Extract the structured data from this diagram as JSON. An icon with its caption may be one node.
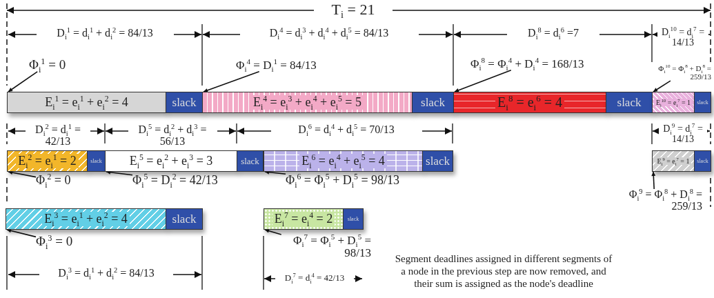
{
  "diagram": {
    "nodes": [
      {
        "text": [
          "E$_{i}$$^{1}$ = e$_{i}$$^{1}$ + e$_{i}$$^{2}$ = 4"
        ]
      },
      {
        "text": [
          "slack"
        ]
      },
      {
        "text": [
          "E$_{i}$$^{4}$ = e$_{i}$$^{3}$ + e$_{i}$$^{4}$ + e$_{i}$$^{5}$ = 5"
        ]
      },
      {
        "text": [
          "slack"
        ]
      },
      {
        "text": [
          "E$_{i}$$^{8}$ = e$_{i}$$^{6}$ = 4"
        ]
      },
      {
        "text": [
          "slack"
        ]
      },
      {
        "text": [
          "E$_{i}$$^{10}$ = e$_{i}$$^{7}$ = 1"
        ]
      },
      {
        "text": [
          "slack"
        ]
      },
      {
        "text": [
          "E$_{i}$$^{2}$ = e$_{i}$$^{1}$ = 2"
        ]
      },
      {
        "text": [
          "slack"
        ]
      },
      {
        "text": [
          "E$_{i}$$^{5}$ = e$_{i}$$^{2}$ + e$_{i}$$^{3}$ = 3"
        ]
      },
      {
        "text": [
          "slack"
        ]
      },
      {
        "text": [
          "E$_{i}$$^{6}$ = e$_{i}$$^{4}$ + e$_{i}$$^{5}$ = 4"
        ]
      },
      {
        "text": [
          "slack"
        ]
      },
      {
        "text": [
          "E$_{i}$$^{9}$ = e$_{i}$$^{7}$ = 1"
        ]
      },
      {
        "text": [
          "slack"
        ]
      },
      {
        "text": [
          "E$_{i}$$^{3}$ = e$_{i}$$^{1}$ + e$_{i}$$^{2}$ = 4"
        ]
      },
      {
        "text": [
          "slack"
        ]
      },
      {
        "text": [
          "E$_{i}$$^{7}$ = e$_{i}$$^{4}$ = 2"
        ]
      },
      {
        "text": [
          "slack"
        ]
      },
      {
        "text": [
          "Φ$_{i}$$^{1}$ = 0"
        ]
      },
      {
        "text": [
          "Φ$_{i}$$^{4}$ = D$_{i}$$^{1}$ = 84/13"
        ]
      },
      {
        "text": [
          "Φ$_{i}$$^{8}$ = Φ$_{i}$$^{4}$ + D$_{i}$$^{4}$ = 168/13"
        ]
      },
      {
        "text": [
          "Φ$_{i}$$^{10}$ = Φ$_{i}$$^{8}$ + D$_{i}$$^{8}$ = 259/13"
        ]
      },
      {
        "text": [
          "Φ$_{i}$$^{2}$ = 0"
        ]
      },
      {
        "text": [
          "Φ$_{i}$$^{5}$ = D$_{i}$$^{2}$ = 42/13"
        ]
      },
      {
        "text": [
          "Φ$_{i}$$^{6}$ = Φ$_{i}$$^{5}$ + D$_{i}$$^{5}$ = 98/13"
        ]
      },
      {
        "text": [
          "Φ$_{i}$$^{9}$ = Φ$_{i}$$^{8}$ + D$_{i}$$^{8}$ = 259/13"
        ]
      },
      {
        "text": [
          "Φ$_{i}$$^{3}$ = 0"
        ]
      },
      {
        "text": [
          "Φ$_{i}$$^{7}$ = Φ$_{i}$$^{5}$ + D$_{i}$$^{5}$ = 98/13"
        ]
      }
    ],
    "edges": [
      {
        "from": 20,
        "to": 0,
        "arrow": "to"
      },
      {
        "from": 21,
        "to": 2,
        "arrow": "to"
      },
      {
        "from": 22,
        "to": 4,
        "arrow": "to"
      },
      {
        "from": 23,
        "to": 6,
        "arrow": "to"
      },
      {
        "from": 24,
        "to": 8,
        "arrow": "to"
      },
      {
        "from": 25,
        "to": 10,
        "arrow": "to"
      },
      {
        "from": 26,
        "to": 12,
        "arrow": "to"
      },
      {
        "from": 27,
        "to": 14,
        "arrow": "to"
      },
      {
        "from": 28,
        "to": 16,
        "arrow": "to"
      },
      {
        "from": 29,
        "to": 18,
        "arrow": "to"
      }
    ],
    "labels": [
      "T$_{i}$ = 21",
      "D$_{i}$$^{1}$ = d$_{i}$$^{1}$ + d$_{i}$$^{2}$ = 84/13",
      "D$_{i}$$^{4}$ = d$_{i}$$^{3}$ + d$_{i}$$^{4}$ + d$_{i}$$^{5}$ = 84/13",
      "D$_{i}$$^{8}$ = d$_{i}$$^{6}$ =7",
      "D$_{i}$$^{10}$ = d$_{i}$$^{7}$ = 14/13",
      "D$_{i}$$^{2}$ = d$_{i}$$^{1}$ = 42/13",
      "D$_{i}$$^{5}$ = d$_{i}$$^{2}$ + d$_{i}$$^{3}$ = 56/13",
      "D$_{i}$$^{6}$ = d$_{i}$$^{4}$ + d$_{i}$$^{5}$ = 70/13",
      "D$_{i}$$^{9}$ = d$_{i}$$^{7}$ = 14/13",
      "D$_{i}$$^{3}$ = d$_{i}$$^{1}$ + d$_{i}$$^{2}$ = 84/13",
      "D$_{i}$$^{7}$ = d$_{i}$$^{4}$ = 42/13",
      "Segment deadlines assigned in different segments of a node in the previous step are now removed, and their sum is assigned as the node's deadline"
    ]
  }
}
